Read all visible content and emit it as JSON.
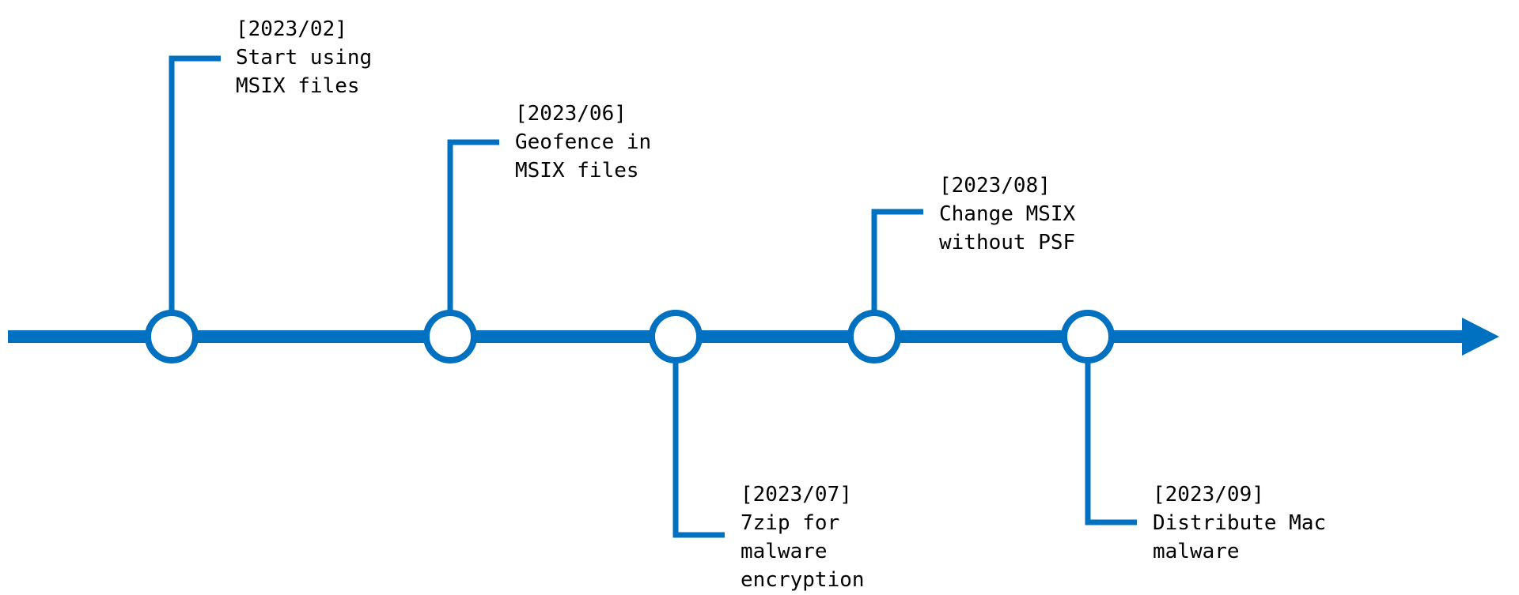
{
  "colors": {
    "line": "#0070C0",
    "node_fill": "#FFFFFF",
    "text": "#000000"
  },
  "events": [
    {
      "date": "[2023/02]",
      "lines": [
        "Start using",
        "MSIX files"
      ]
    },
    {
      "date": "[2023/06]",
      "lines": [
        "Geofence in",
        "MSIX files"
      ]
    },
    {
      "date": "[2023/07]",
      "lines": [
        "7zip for",
        "malware",
        "encryption"
      ]
    },
    {
      "date": "[2023/08]",
      "lines": [
        "Change MSIX",
        "without PSF"
      ]
    },
    {
      "date": "[2023/09]",
      "lines": [
        "Distribute Mac",
        "malware"
      ]
    }
  ]
}
